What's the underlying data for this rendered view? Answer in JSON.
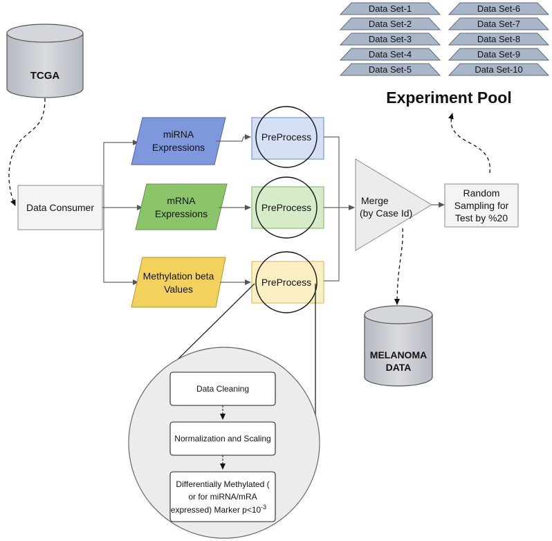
{
  "sources": {
    "tcga": "TCGA",
    "melanoma_line1": "MELANOMA",
    "melanoma_line2": "DATA"
  },
  "nodes": {
    "data_consumer": "Data Consumer",
    "mirna_line1": "miRNA",
    "mirna_line2": "Expressions",
    "mrna_line1": "mRNA",
    "mrna_line2": "Expressions",
    "methyl_line1": "Methylation beta",
    "methyl_line2": "Values",
    "preprocess": "PreProcess",
    "merge_line1": "Merge",
    "merge_line2": "(by Case Id)",
    "random_line1": "Random",
    "random_line2": "Sampling for",
    "random_line3": "Test by %20"
  },
  "experiment_pool": {
    "title": "Experiment Pool",
    "left_sets": [
      "Data Set-1",
      "Data Set-2",
      "Data Set-3",
      "Data Set-4",
      "Data Set-5"
    ],
    "right_sets": [
      "Data Set-6",
      "Data Set-7",
      "Data Set-8",
      "Data Set-9",
      "Data Set-10"
    ]
  },
  "preprocess_steps": {
    "step1": "Data Cleaning",
    "step2": "Normalization and Scaling",
    "step3_line1": "Differentially Methylated  (",
    "step3_line2": "or for miRNA/mRA",
    "step3_line3_prefix": "expressed)  Marker p<10",
    "step3_line3_sup": "-3"
  },
  "colors": {
    "mirna_fill": "#7f98dc",
    "mirna_box": "#d5e0f7",
    "mrna_fill": "#8cc46a",
    "mrna_box": "#d6ecc8",
    "methyl_fill": "#f2d15c",
    "methyl_box": "#fbefc4",
    "cylinder": "#c9ccd1",
    "dataset": "#a9b6c7"
  }
}
